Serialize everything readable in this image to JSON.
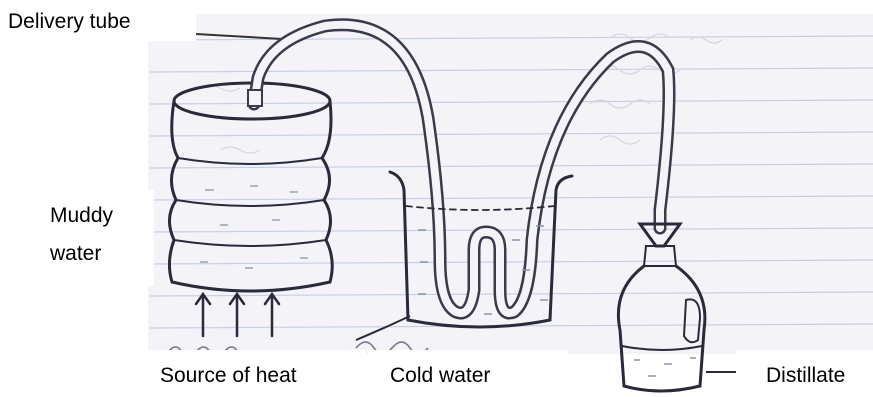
{
  "diagram": {
    "labels": {
      "delivery_tube": "Delivery tube",
      "muddy_water_line1": "Muddy",
      "muddy_water_line2": "water",
      "source_of_heat": "Source of heat",
      "cold_water": "Cold water",
      "distillate": "Distillate"
    }
  }
}
